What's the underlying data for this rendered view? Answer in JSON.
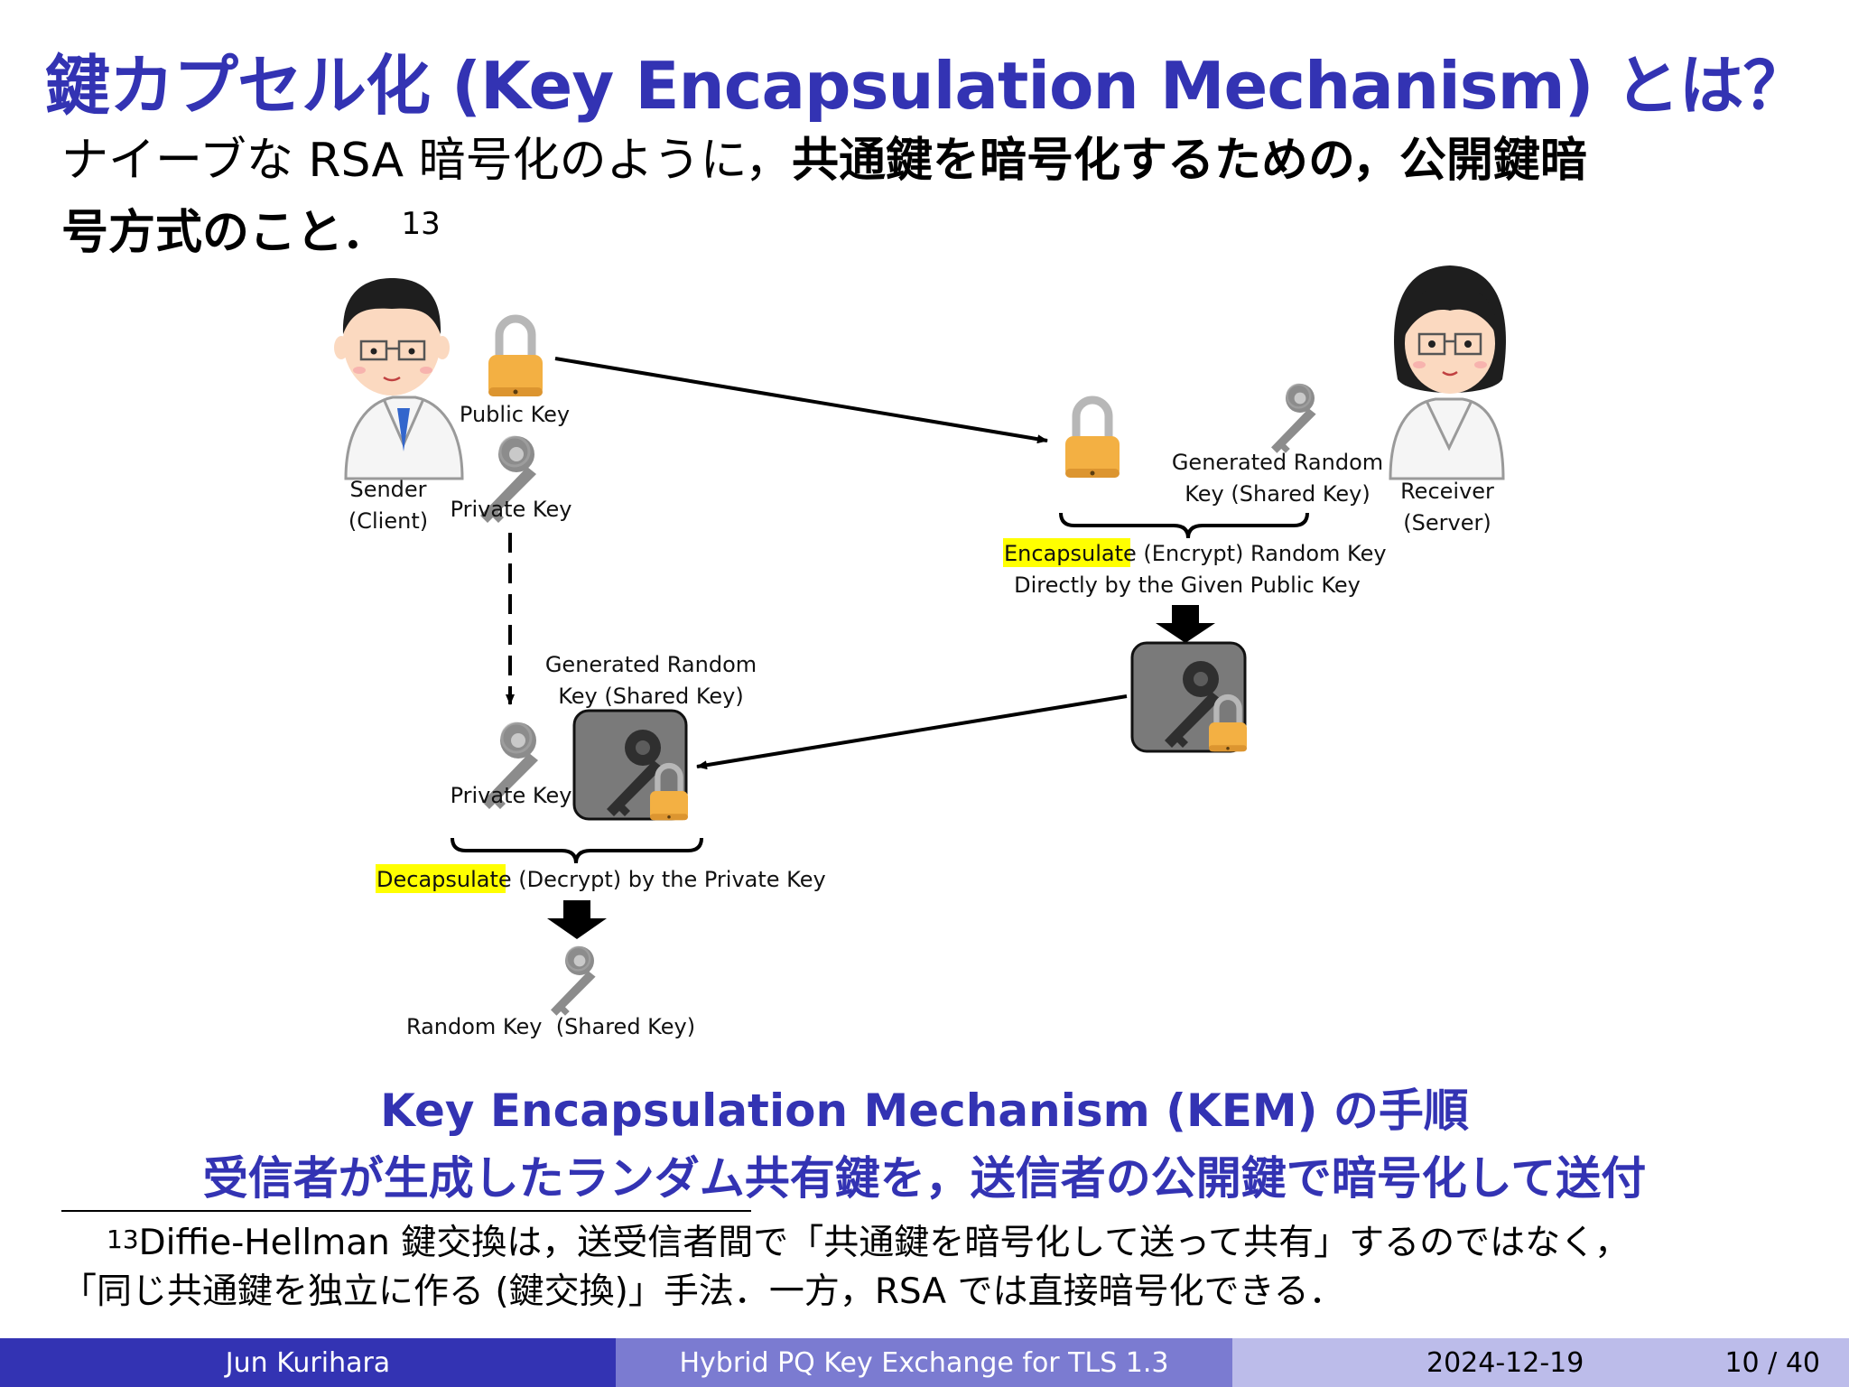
{
  "title": "鍵カプセル化 (Key Encapsulation Mechanism) とは？",
  "intro": {
    "plain": "ナイーブな RSA 暗号化のように，",
    "bold_line1": "共通鍵を暗号化するための，公開鍵暗",
    "bold_line2": "号方式のこと．",
    "footnote_ref": "13"
  },
  "diagram": {
    "sender_line1": "Sender",
    "sender_line2": "(Client)",
    "receiver_line1": "Receiver",
    "receiver_line2": "(Server)",
    "public_key": "Public Key",
    "private_key_top": "Private Key",
    "generated_random_right_1": "Generated Random",
    "generated_random_right_2": "Key  (Shared Key)",
    "encapsulate_word": "Encapsulate",
    "encapsulate_rest": " (Encrypt) Random Key",
    "encapsulate_line2": "Directly by the Given Public Key",
    "generated_random_left_1": "Generated Random",
    "generated_random_left_2": "Key  (Shared Key)",
    "private_key_bottom": "Private Key",
    "decapsulate_word": "Decapsulate",
    "decapsulate_rest": " (Decrypt) by the Private Key",
    "random_key": "Random Key  (Shared Key)",
    "colors": {
      "lock": "#f3b043",
      "key": "#8c8c8c",
      "box": "#7a7a7a",
      "highlight": "#ffff00"
    }
  },
  "summary": {
    "line1": "Key Encapsulation Mechanism (KEM) の手順",
    "line2": "受信者が生成したランダム共有鍵を，送信者の公開鍵で暗号化して送付"
  },
  "footnote": {
    "number": "13",
    "line1": "Diffie-Hellman 鍵交換は，送受信者間で「共通鍵を暗号化して送って共有」するのではなく，",
    "line2": "「同じ共通鍵を独立に作る (鍵交換)」手法．一方，RSA では直接暗号化できる．"
  },
  "footer": {
    "author": "Jun Kurihara",
    "talk_title": "Hybrid PQ Key Exchange for TLS 1.3",
    "date": "2024-12-19",
    "page": "10 / 40"
  },
  "accent_color": "#3333b3"
}
